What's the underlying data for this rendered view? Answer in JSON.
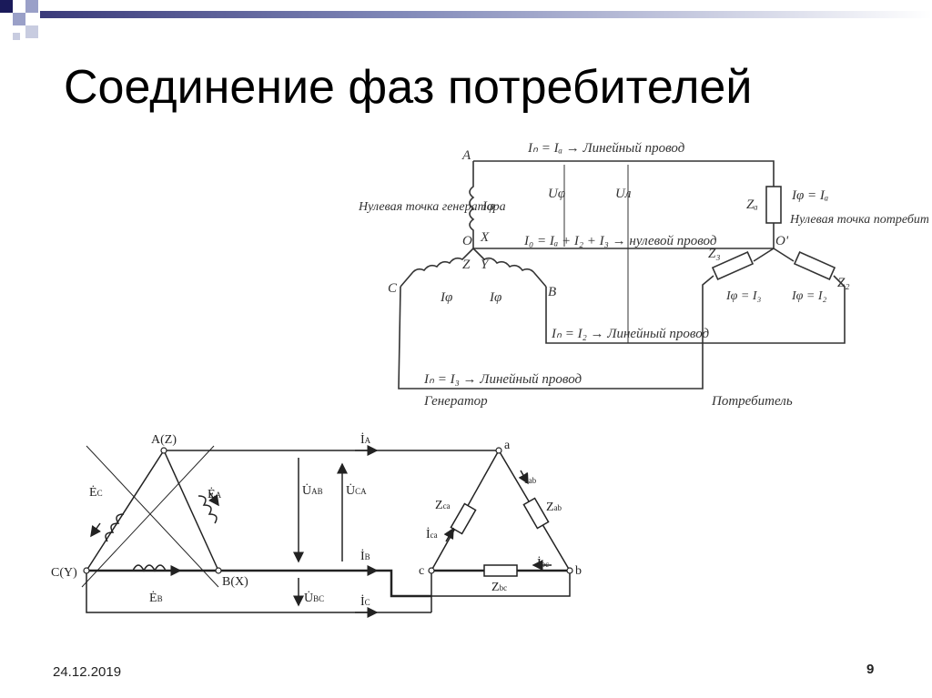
{
  "slide": {
    "title": "Соединение фаз потребителей",
    "date": "24.12.2019",
    "page_number": "9"
  },
  "diagram_top": {
    "labels": {
      "node_a": "A",
      "line_a": "Iₙ = Iₐ → Линейный провод",
      "u_phase": "Uφ",
      "u_line": "Uл",
      "z_a": "Zₐ",
      "i_phi_a": "Iφ = Iₐ",
      "zero_gen": "Нулевая точка генератора",
      "node_o": "O",
      "node_x": "X",
      "i_phi": "Iφ",
      "neutral": "I₀ = Iₐ + I₂ + I₃ → нулевой провод",
      "node_o2": "O'",
      "zero_cons": "Нулевая точка потребителя",
      "node_z": "Z",
      "node_y": "Y",
      "z_c": "Z₃",
      "z_b": "Z₂",
      "node_c": "C",
      "node_b": "B",
      "i_phi_c": "Iφ = I₃",
      "i_phi_b": "Iφ = I₂",
      "line_b": "Iₙ = I₂ → Линейный провод",
      "line_c": "Iₙ = I₃ → Линейный провод",
      "generator": "Генератор",
      "consumer": "Потребитель"
    }
  },
  "diagram_bottom": {
    "labels": {
      "a_z": "A(Z)",
      "c_y": "C(Y)",
      "b_x": "B(X)",
      "e_c": "Ė",
      "e_c_sub": "C",
      "e_a": "Ė",
      "e_a_sub": "A",
      "e_b": "Ė",
      "e_b_sub": "B",
      "u_ab": "U̇",
      "u_ab_sub": "AB",
      "u_ca": "U̇",
      "u_ca_sub": "CA",
      "u_bc": "U̇",
      "u_bc_sub": "BC",
      "i_a": "İ",
      "i_a_sub": "A",
      "i_b": "İ",
      "i_b_sub": "B",
      "i_c": "İ",
      "i_c_sub": "C",
      "node_a": "a",
      "node_b": "b",
      "node_c": "c",
      "i_ab": "İ",
      "i_ab_sub": "ab",
      "i_bc": "İ",
      "i_bc_sub": "bc",
      "i_ca": "İ",
      "i_ca_sub": "ca",
      "z_ab": "Z",
      "z_ab_sub": "ab",
      "z_bc": "Z",
      "z_bc_sub": "bc",
      "z_ca": "Z",
      "z_ca_sub": "ca"
    }
  },
  "colors": {
    "corner_dark": "#1a1a5a",
    "corner_light": "#9aa0c8",
    "bar_gradient_start": "#3a3a7a",
    "bar_gradient_end": "#ffffff"
  }
}
